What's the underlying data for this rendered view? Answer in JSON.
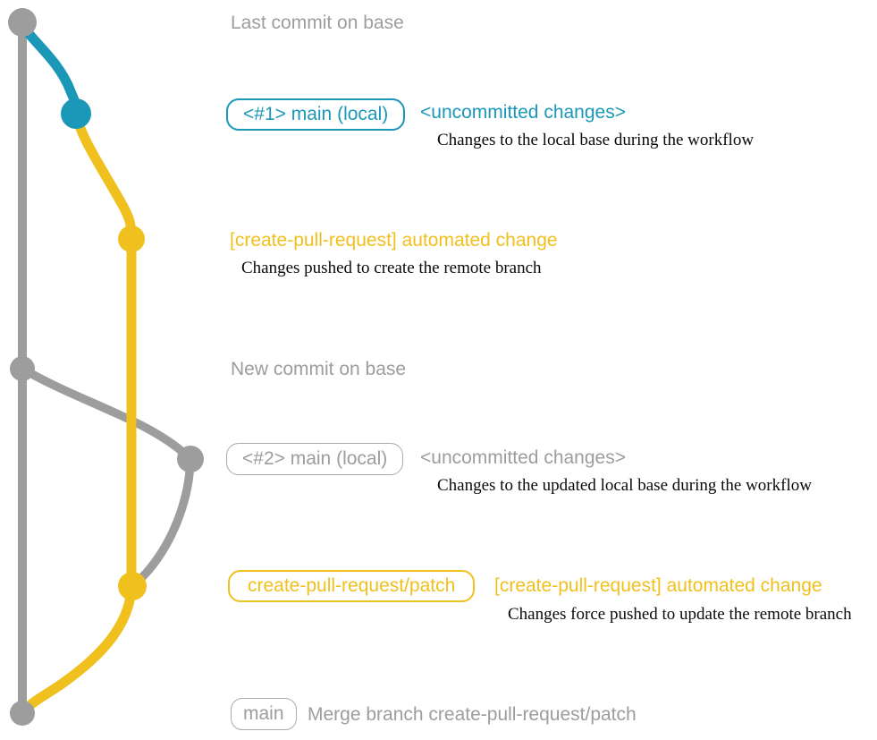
{
  "graph": {
    "base_branch_color": "#9d9d9d",
    "local_changes_color": "#1b97b8",
    "pr_branch_color": "#f0c01e",
    "commit_node_count": 7
  },
  "rows": {
    "last_commit": {
      "label": "Last commit on base"
    },
    "step1": {
      "pill": "<#1> main (local)",
      "title": "<uncommitted changes>",
      "desc": "Changes to the local base during the workflow"
    },
    "step2": {
      "title": "[create-pull-request] automated change",
      "desc": "Changes pushed to create the remote branch"
    },
    "new_commit": {
      "label": "New commit on base"
    },
    "step3": {
      "pill": "<#2> main (local)",
      "title": "<uncommitted changes>",
      "desc": "Changes to the updated local base during the workflow"
    },
    "step4": {
      "pill": "create-pull-request/patch",
      "title": "[create-pull-request] automated change",
      "desc": "Changes force pushed to update the remote branch"
    },
    "merge": {
      "pill": "main",
      "title": "Merge branch create-pull-request/patch"
    }
  }
}
